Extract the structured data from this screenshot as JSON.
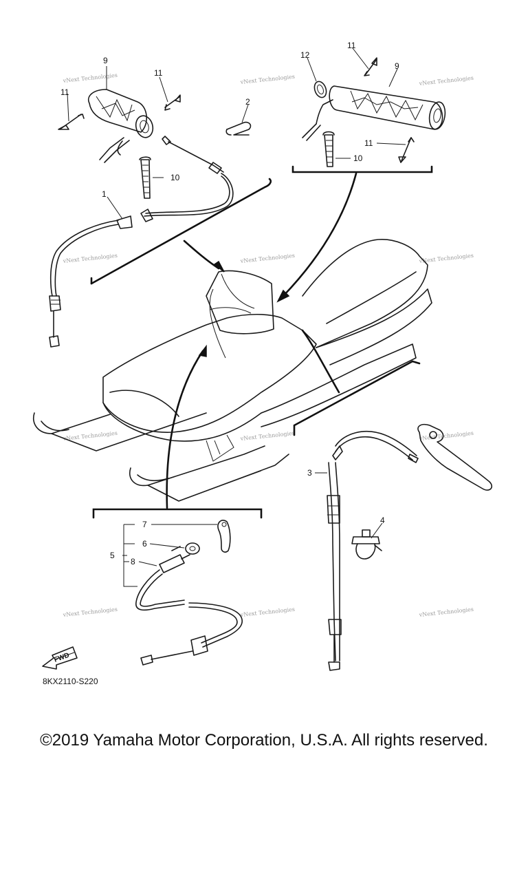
{
  "callouts": {
    "c1": "1",
    "c2": "2",
    "c3": "3",
    "c4": "4",
    "c5": "5",
    "c6": "6",
    "c7": "7",
    "c8": "8",
    "c9a": "9",
    "c9b": "9",
    "c10a": "10",
    "c10b": "10",
    "c11a": "11",
    "c11b": "11",
    "c11c": "11",
    "c11d": "11",
    "c12": "12"
  },
  "watermark": "vNext Technologies",
  "fwd_label": "FWD",
  "diagram_code": "8KX2110-S220",
  "copyright": "©2019 Yamaha Motor Corporation, U.S.A. All rights reserved."
}
